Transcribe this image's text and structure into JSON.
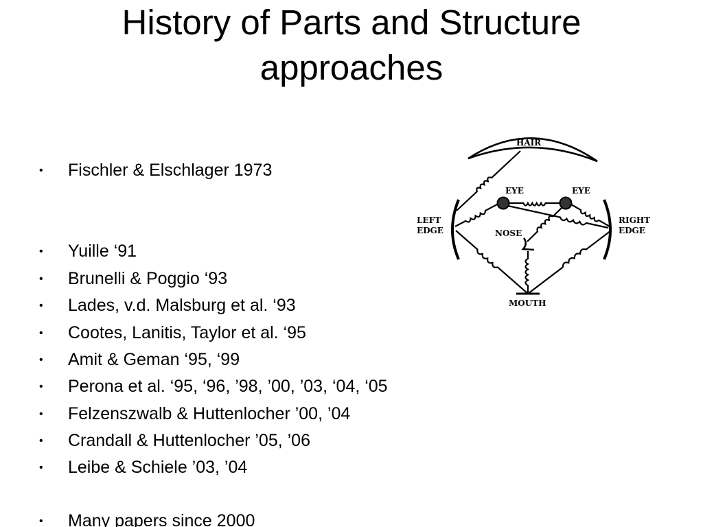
{
  "slide": {
    "title_line1": "History of Parts and Structure",
    "title_line2": "approaches",
    "bullet_symbol": "•",
    "bullets": [
      "Fischler & Elschlager 1973",
      "Yuille ‘91",
      "Brunelli & Poggio ‘93",
      "Lades, v.d. Malsburg et al. ‘93",
      "Cootes, Lanitis, Taylor et al. ‘95",
      "Amit & Geman ‘95, ‘99",
      "Perona et al. ‘95, ‘96, ’98, ’00, ’03, ‘04, ‘05",
      "Felzenszwalb & Huttenlocher ’00, ’04",
      "Crandall & Huttenlocher ’05, ’06",
      "Leibe & Schiele ’03, ’04",
      "Many papers since 2000"
    ]
  },
  "diagram": {
    "labels": {
      "hair": "HAIR",
      "eye_left": "EYE",
      "eye_right": "EYE",
      "left_edge_1": "LEFT",
      "left_edge_2": "EDGE",
      "right_edge_1": "RIGHT",
      "right_edge_2": "EDGE",
      "nose": "NOSE",
      "mouth": "MOUTH"
    }
  }
}
